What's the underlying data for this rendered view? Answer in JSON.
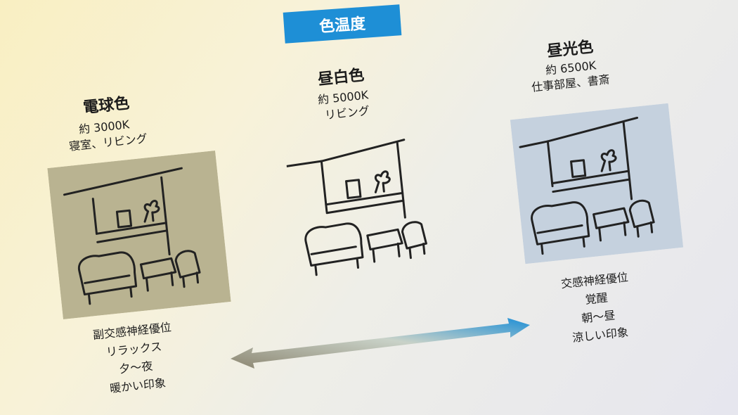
{
  "title": "色温度",
  "columns": [
    {
      "name": "電球色",
      "temp": "約 3000K",
      "use": "寝室、リビング"
    },
    {
      "name": "昼白色",
      "temp": "約 5000K",
      "use": "リビング"
    },
    {
      "name": "昼光色",
      "temp": "約 6500K",
      "use": "仕事部屋、書斎"
    }
  ],
  "left_effects": [
    "副交感神経優位",
    "リラックス",
    "夕～夜",
    "暖かい印象"
  ],
  "right_effects": [
    "交感神経優位",
    "覚醒",
    "朝～昼",
    "涼しい印象"
  ],
  "colors": {
    "badge": "#1e8fd6",
    "warm_photo": "#b9b391",
    "cool_photo": "#c5d1de",
    "arrow_start": "#8d8772",
    "arrow_end": "#1e8fd6"
  }
}
